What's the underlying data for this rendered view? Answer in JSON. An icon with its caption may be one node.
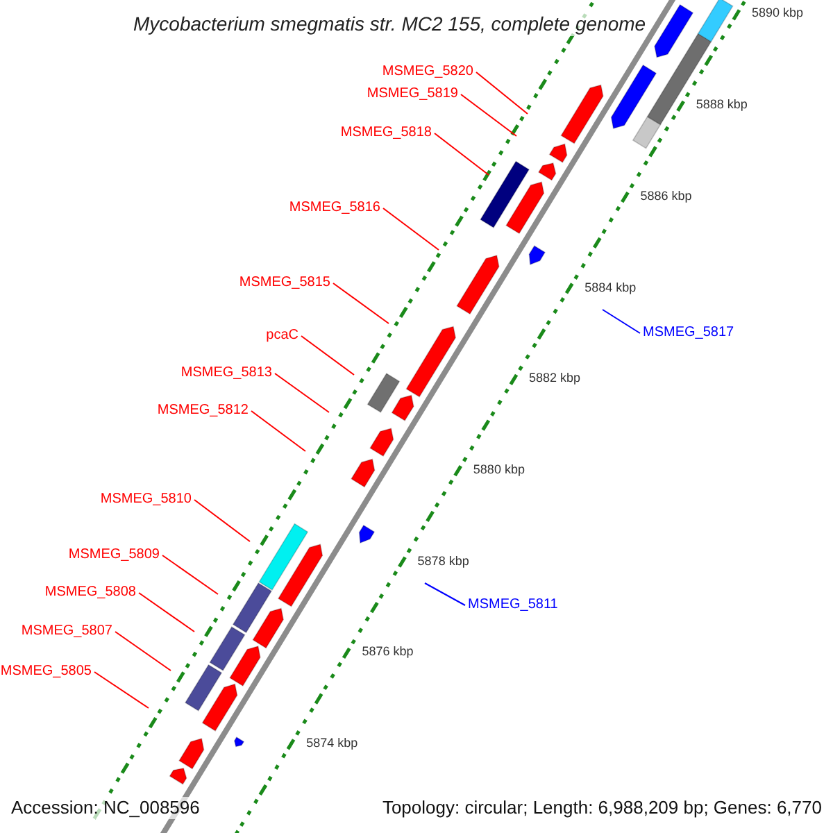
{
  "diagram": {
    "title": "Mycobacterium smegmatis str. MC2 155, complete genome",
    "nodes": [
      {
        "text": [
          "MSMEG_5820"
        ]
      },
      {
        "text": [
          "MSMEG_5819"
        ]
      },
      {
        "text": [
          "MSMEG_5818"
        ]
      },
      {
        "text": [
          "MSMEG_5816"
        ]
      },
      {
        "text": [
          "MSMEG_5815"
        ]
      },
      {
        "text": [
          "MSMEG_5817"
        ]
      },
      {
        "text": [
          "pcaC"
        ]
      },
      {
        "text": [
          "MSMEG_5813"
        ]
      },
      {
        "text": [
          "MSMEG_5812"
        ]
      },
      {
        "text": [
          "MSMEG_5810"
        ]
      },
      {
        "text": [
          "MSMEG_5809"
        ]
      },
      {
        "text": [
          "MSMEG_5808"
        ]
      },
      {
        "text": [
          "MSMEG_5811"
        ]
      },
      {
        "text": [
          "MSMEG_5807"
        ]
      },
      {
        "text": [
          "MSMEG_5805"
        ]
      }
    ],
    "edges": [
      {
        "from": 0,
        "to": null,
        "arrow": "none"
      },
      {
        "from": 1,
        "to": null,
        "arrow": "none"
      },
      {
        "from": 2,
        "to": null,
        "arrow": "none"
      },
      {
        "from": 3,
        "to": null,
        "arrow": "none"
      },
      {
        "from": 4,
        "to": null,
        "arrow": "none"
      },
      {
        "from": 5,
        "to": null,
        "arrow": "none",
        "color": "#0000ff"
      },
      {
        "from": 6,
        "to": null,
        "arrow": "none"
      },
      {
        "from": 7,
        "to": null,
        "arrow": "none"
      },
      {
        "from": 8,
        "to": null,
        "arrow": "none"
      },
      {
        "from": 9,
        "to": null,
        "arrow": "none"
      },
      {
        "from": 10,
        "to": null,
        "arrow": "none"
      },
      {
        "from": 11,
        "to": null,
        "arrow": "none"
      },
      {
        "from": 12,
        "to": null,
        "arrow": "none",
        "color": "#0000ff"
      },
      {
        "from": 13,
        "to": null,
        "arrow": "none"
      },
      {
        "from": 14,
        "to": null,
        "arrow": "none"
      }
    ],
    "labels": [
      "5890 kbp",
      "5888 kbp",
      "5886 kbp",
      "5884 kbp",
      "5882 kbp",
      "5880 kbp",
      "5878 kbp",
      "5876 kbp",
      "5874 kbp",
      "Accession: NC_008596",
      "Topology: circular; Length: 6,988,209 bp; Genes: 6,770"
    ]
  }
}
